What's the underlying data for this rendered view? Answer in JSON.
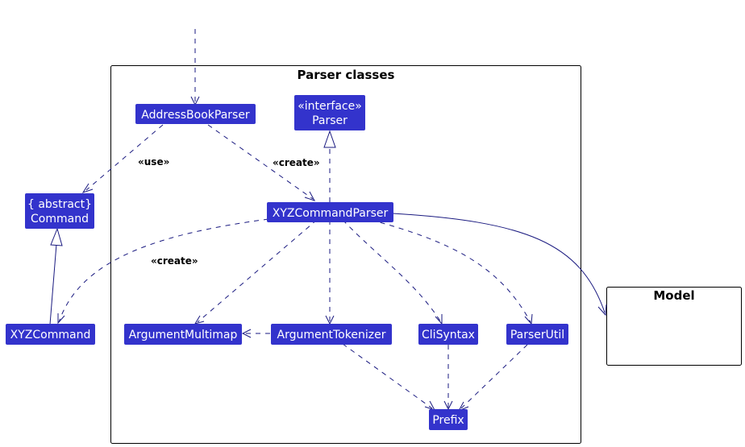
{
  "packages": {
    "parser": {
      "title": "Parser classes"
    },
    "model": {
      "title": "Model"
    }
  },
  "classes": {
    "address_book_parser": {
      "label": "AddressBookParser"
    },
    "parser_interface": {
      "stereotype": "«interface»",
      "label": "Parser"
    },
    "abstract_command": {
      "stereotype": "{ abstract}",
      "label": "Command"
    },
    "xyz_command_parser": {
      "label": "XYZCommandParser"
    },
    "xyz_command": {
      "label": "XYZCommand"
    },
    "argument_multimap": {
      "label": "ArgumentMultimap"
    },
    "argument_tokenizer": {
      "label": "ArgumentTokenizer"
    },
    "cli_syntax": {
      "label": "CliSyntax"
    },
    "parser_util": {
      "label": "ParserUtil"
    },
    "prefix": {
      "label": "Prefix"
    }
  },
  "edge_labels": {
    "use": "«use»",
    "create_parser": "«create»",
    "create_command": "«create»"
  },
  "colors": {
    "class_fill": "#3333cc",
    "class_text": "#ffffff",
    "edge": "#1a1a80"
  }
}
